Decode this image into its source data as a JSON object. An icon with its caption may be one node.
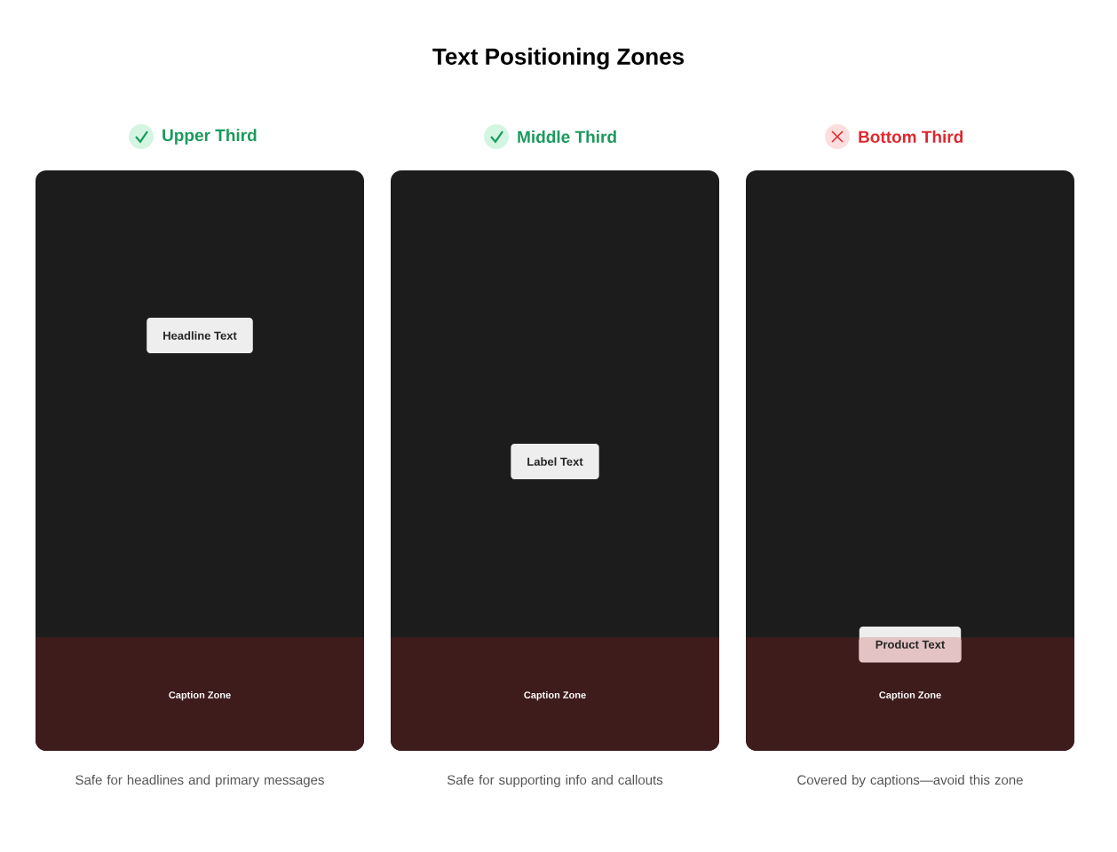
{
  "diagram": {
    "title": "Text Positioning Zones",
    "nodes": [
      {
        "text": [
          "Upper Third"
        ],
        "beside": [
          "Safe for headlines and primary messages"
        ]
      },
      {
        "text": [
          "Headline Text"
        ],
        "in": 0
      },
      {
        "text": [
          "Caption Zone"
        ],
        "in": 0
      },
      {
        "text": [
          "Middle Third"
        ],
        "beside": [
          "Safe for supporting info and callouts"
        ]
      },
      {
        "text": [
          "Label Text"
        ],
        "in": 3
      },
      {
        "text": [
          "Caption Zone"
        ],
        "in": 3
      },
      {
        "text": [
          "Bottom Third"
        ],
        "beside": [
          "Covered by captions—avoid this zone"
        ]
      },
      {
        "text": [
          "Product Text"
        ],
        "in": 6
      },
      {
        "text": [
          "Caption Zone"
        ],
        "in": 6
      }
    ],
    "edges": []
  }
}
